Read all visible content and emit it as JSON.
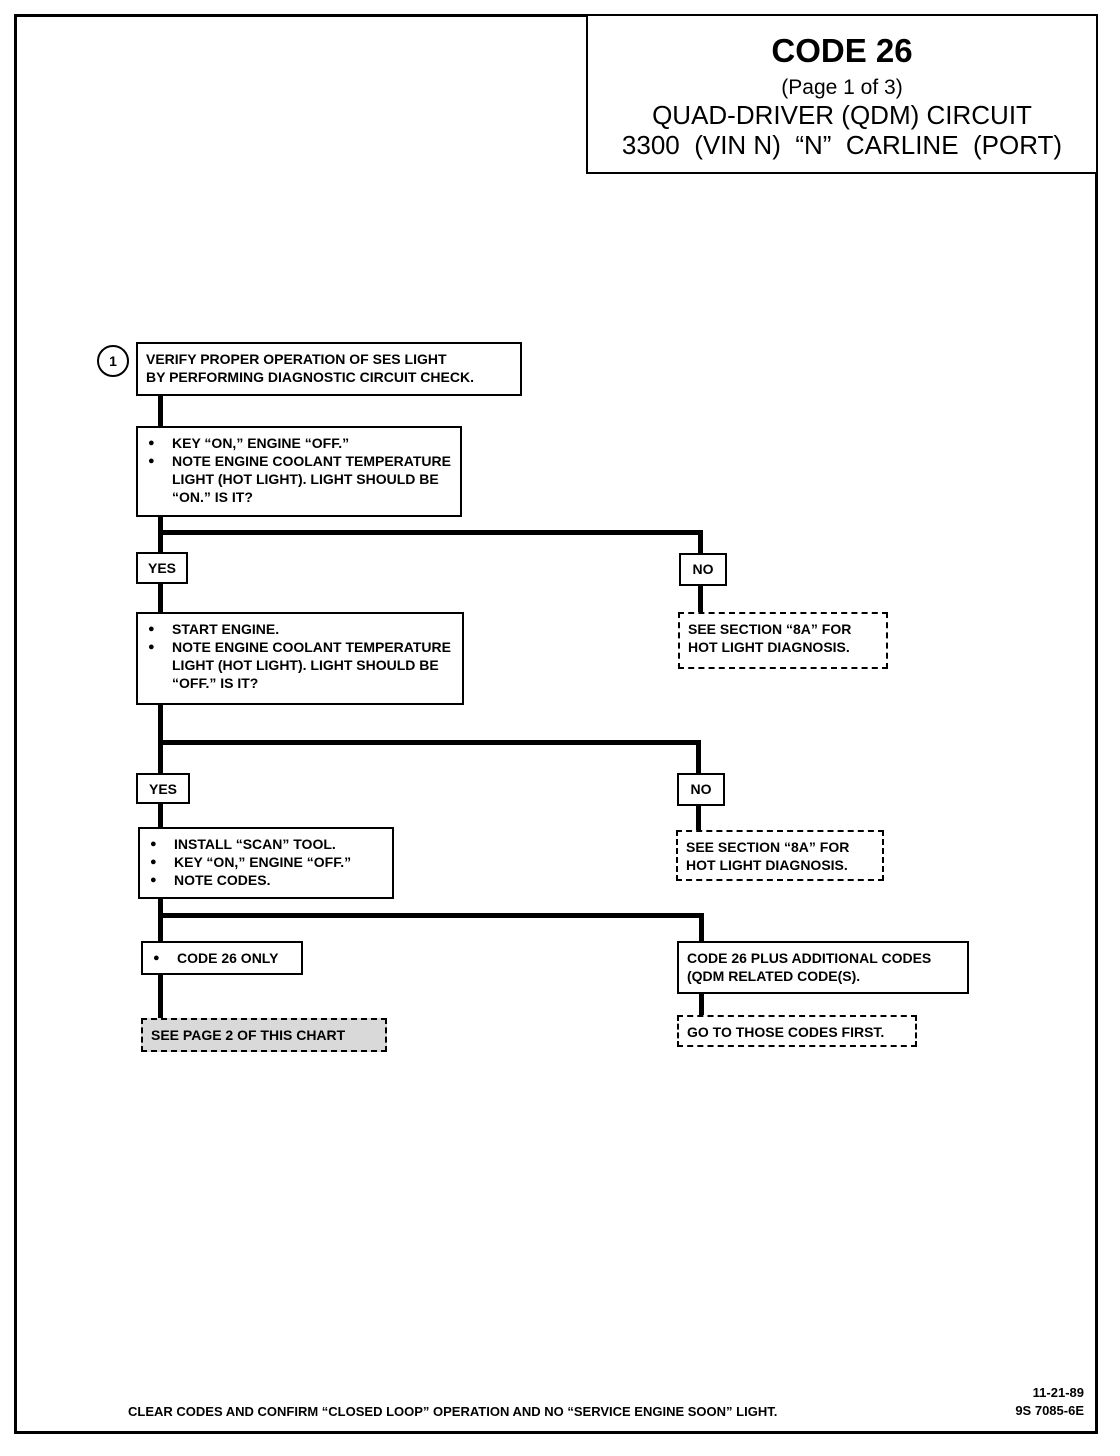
{
  "title": {
    "code": "CODE 26",
    "page": "(Page 1 of 3)",
    "circuit": "QUAD-DRIVER (QDM) CIRCUIT",
    "carline": "3300  (VIN N)  “N”  CARLINE  (PORT)"
  },
  "step_marker": "1",
  "steps": {
    "verify": [
      "VERIFY PROPER OPERATION OF SES LIGHT",
      "BY PERFORMING DIAGNOSTIC CIRCUIT CHECK."
    ],
    "check1": [
      "KEY “ON,” ENGINE “OFF.”",
      "NOTE ENGINE COOLANT TEMPERATURE LIGHT (HOT LIGHT). LIGHT SHOULD BE “ON.”  IS IT?"
    ],
    "check2": [
      "START ENGINE.",
      "NOTE ENGINE COOLANT TEMPERATURE LIGHT (HOT LIGHT). LIGHT SHOULD BE “OFF.”  IS IT?"
    ],
    "check3": [
      "INSTALL “SCAN” TOOL.",
      "KEY “ON,” ENGINE “OFF.”",
      "NOTE CODES."
    ]
  },
  "labels": {
    "yes": "YES",
    "no": "NO"
  },
  "results": {
    "no1": [
      "SEE SECTION “8A” FOR",
      "HOT LIGHT DIAGNOSIS."
    ],
    "no2": [
      "SEE SECTION “8A” FOR",
      "HOT LIGHT DIAGNOSIS."
    ],
    "code26_only": "CODE 26 ONLY",
    "code26_plus": [
      "CODE 26 PLUS ADDITIONAL CODES",
      "(QDM RELATED CODE(S)."
    ],
    "see_page2": "SEE PAGE 2 OF THIS CHART",
    "go_codes": "GO TO THOSE CODES FIRST."
  },
  "footer": {
    "note": "CLEAR CODES AND CONFIRM “CLOSED LOOP”  OPERATION AND NO “SERVICE ENGINE SOON” LIGHT.",
    "date": "11-21-89",
    "doc_number": "9S 7085-6E"
  }
}
